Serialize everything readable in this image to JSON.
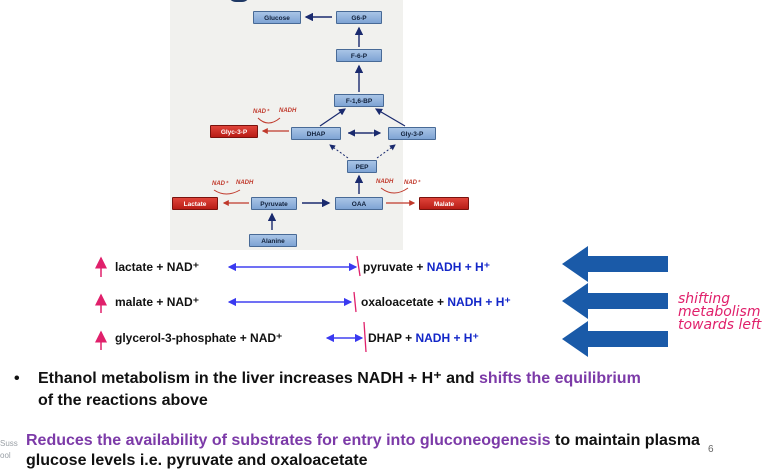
{
  "diagram": {
    "nodes": {
      "glucose": "Glucose",
      "g6p": "G6-P",
      "f6p": "F-6-P",
      "f16bp": "F-1,6-BP",
      "glyc3p_red": "Glyc-3-P",
      "dhap": "DHAP",
      "gly3p": "Gly-3-P",
      "pep": "PEP",
      "lactate": "Lactate",
      "pyruvate": "Pyruvate",
      "oaa": "OAA",
      "malate": "Malate",
      "alanine": "Alanine"
    },
    "cofactors": {
      "glyc_left": "NAD⁺",
      "glyc_right": "NADH",
      "lac_left": "NAD⁺",
      "lac_right": "NADH",
      "mal_left": "NADH",
      "mal_right": "NAD⁺"
    }
  },
  "equations": [
    {
      "left": "lactate + NAD⁺",
      "right_plain": "pyruvate + ",
      "right_blue": "NADH + H⁺"
    },
    {
      "left": "malate + NAD⁺",
      "right_plain": "oxaloacetate + ",
      "right_blue": "NADH + H⁺"
    },
    {
      "left": "glycerol-3-phosphate + NAD⁺",
      "right_plain": "DHAP + ",
      "right_blue": "NADH + H⁺"
    }
  ],
  "annotation": {
    "line1": "shifting",
    "line2": "metabolism",
    "line3": "towards left"
  },
  "bullet": {
    "marker": "•",
    "part1": "Ethanol metabolism in the liver increases NADH + H⁺ and ",
    "highlight": "shifts the equilibrium",
    "part2": " of the reactions above"
  },
  "paragraph": {
    "highlight": "Reduces the availability of substrates for entry into gluconeogenesis",
    "part2": " to maintain plasma glucose levels i.e. pyruvate and oxaloacetate"
  },
  "logo_fragment": {
    "line1": "Suss",
    "line2": "ool"
  },
  "page_number": "6",
  "colors": {
    "arrow_blue": "#1a5aa8",
    "node_blue": "#8fb0dc",
    "node_red": "#cc2a22",
    "text_blue": "#1226c8",
    "text_purple": "#7c3aa8",
    "handwriting_pink": "#e0206b"
  }
}
